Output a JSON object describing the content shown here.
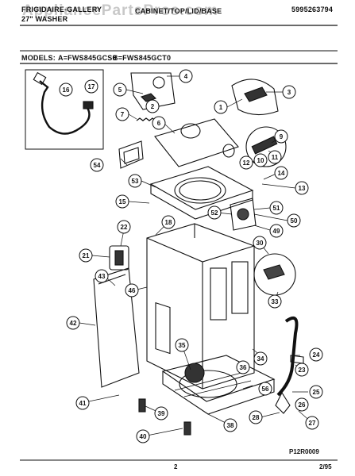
{
  "header": {
    "brand_line1": "FRIGIDAIRE-GALLERY",
    "brand_line2": "27\" WASHER",
    "section_title": "CABINET/TOP/LID/BASE",
    "part_number": "5995263794",
    "models_label": "MODELS:",
    "model_a": "A=FWS845GCS0",
    "model_b": "B=FWS845GCT0"
  },
  "watermark": "AppliancePartsPros.com",
  "callouts": [
    "1",
    "2",
    "3",
    "4",
    "5",
    "6",
    "7",
    "9",
    "10",
    "11",
    "12",
    "13",
    "14",
    "15",
    "16",
    "17",
    "18",
    "21",
    "22",
    "23",
    "24",
    "25",
    "26",
    "27",
    "28",
    "30",
    "33",
    "34",
    "35",
    "36",
    "38",
    "39",
    "40",
    "41",
    "42",
    "43",
    "46",
    "49",
    "50",
    "51",
    "52",
    "53",
    "54",
    "56"
  ],
  "footer": {
    "diagram_code": "P12R0009",
    "page_number": "2",
    "date": "2/95"
  }
}
